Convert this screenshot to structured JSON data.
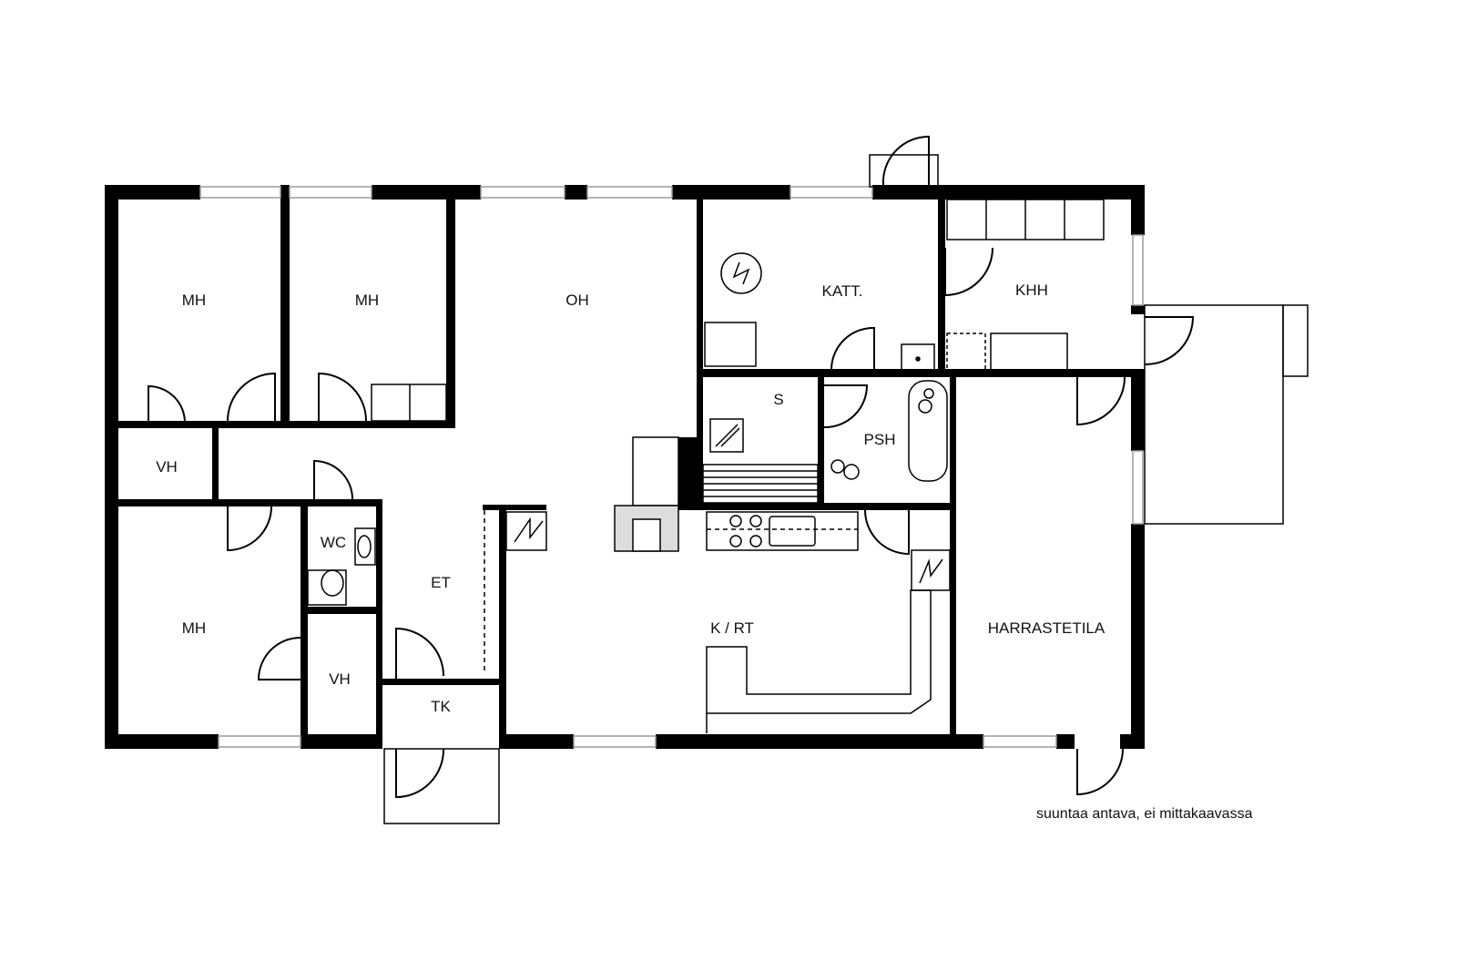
{
  "rooms": {
    "mh1": "MH",
    "mh2": "MH",
    "oh": "OH",
    "katt": "KATT.",
    "khh": "KHH",
    "s": "S",
    "psh": "PSH",
    "vh1": "VH",
    "wc": "WC",
    "et": "ET",
    "mh3": "MH",
    "vh2": "VH",
    "tk": "TK",
    "k_rt": "K / RT",
    "harrastetila": "HARRASTETILA"
  },
  "note": "suuntaa antava, ei mittakaavassa",
  "colors": {
    "wall": "#000000",
    "window": "#9a9a9a",
    "line": "#000000"
  }
}
